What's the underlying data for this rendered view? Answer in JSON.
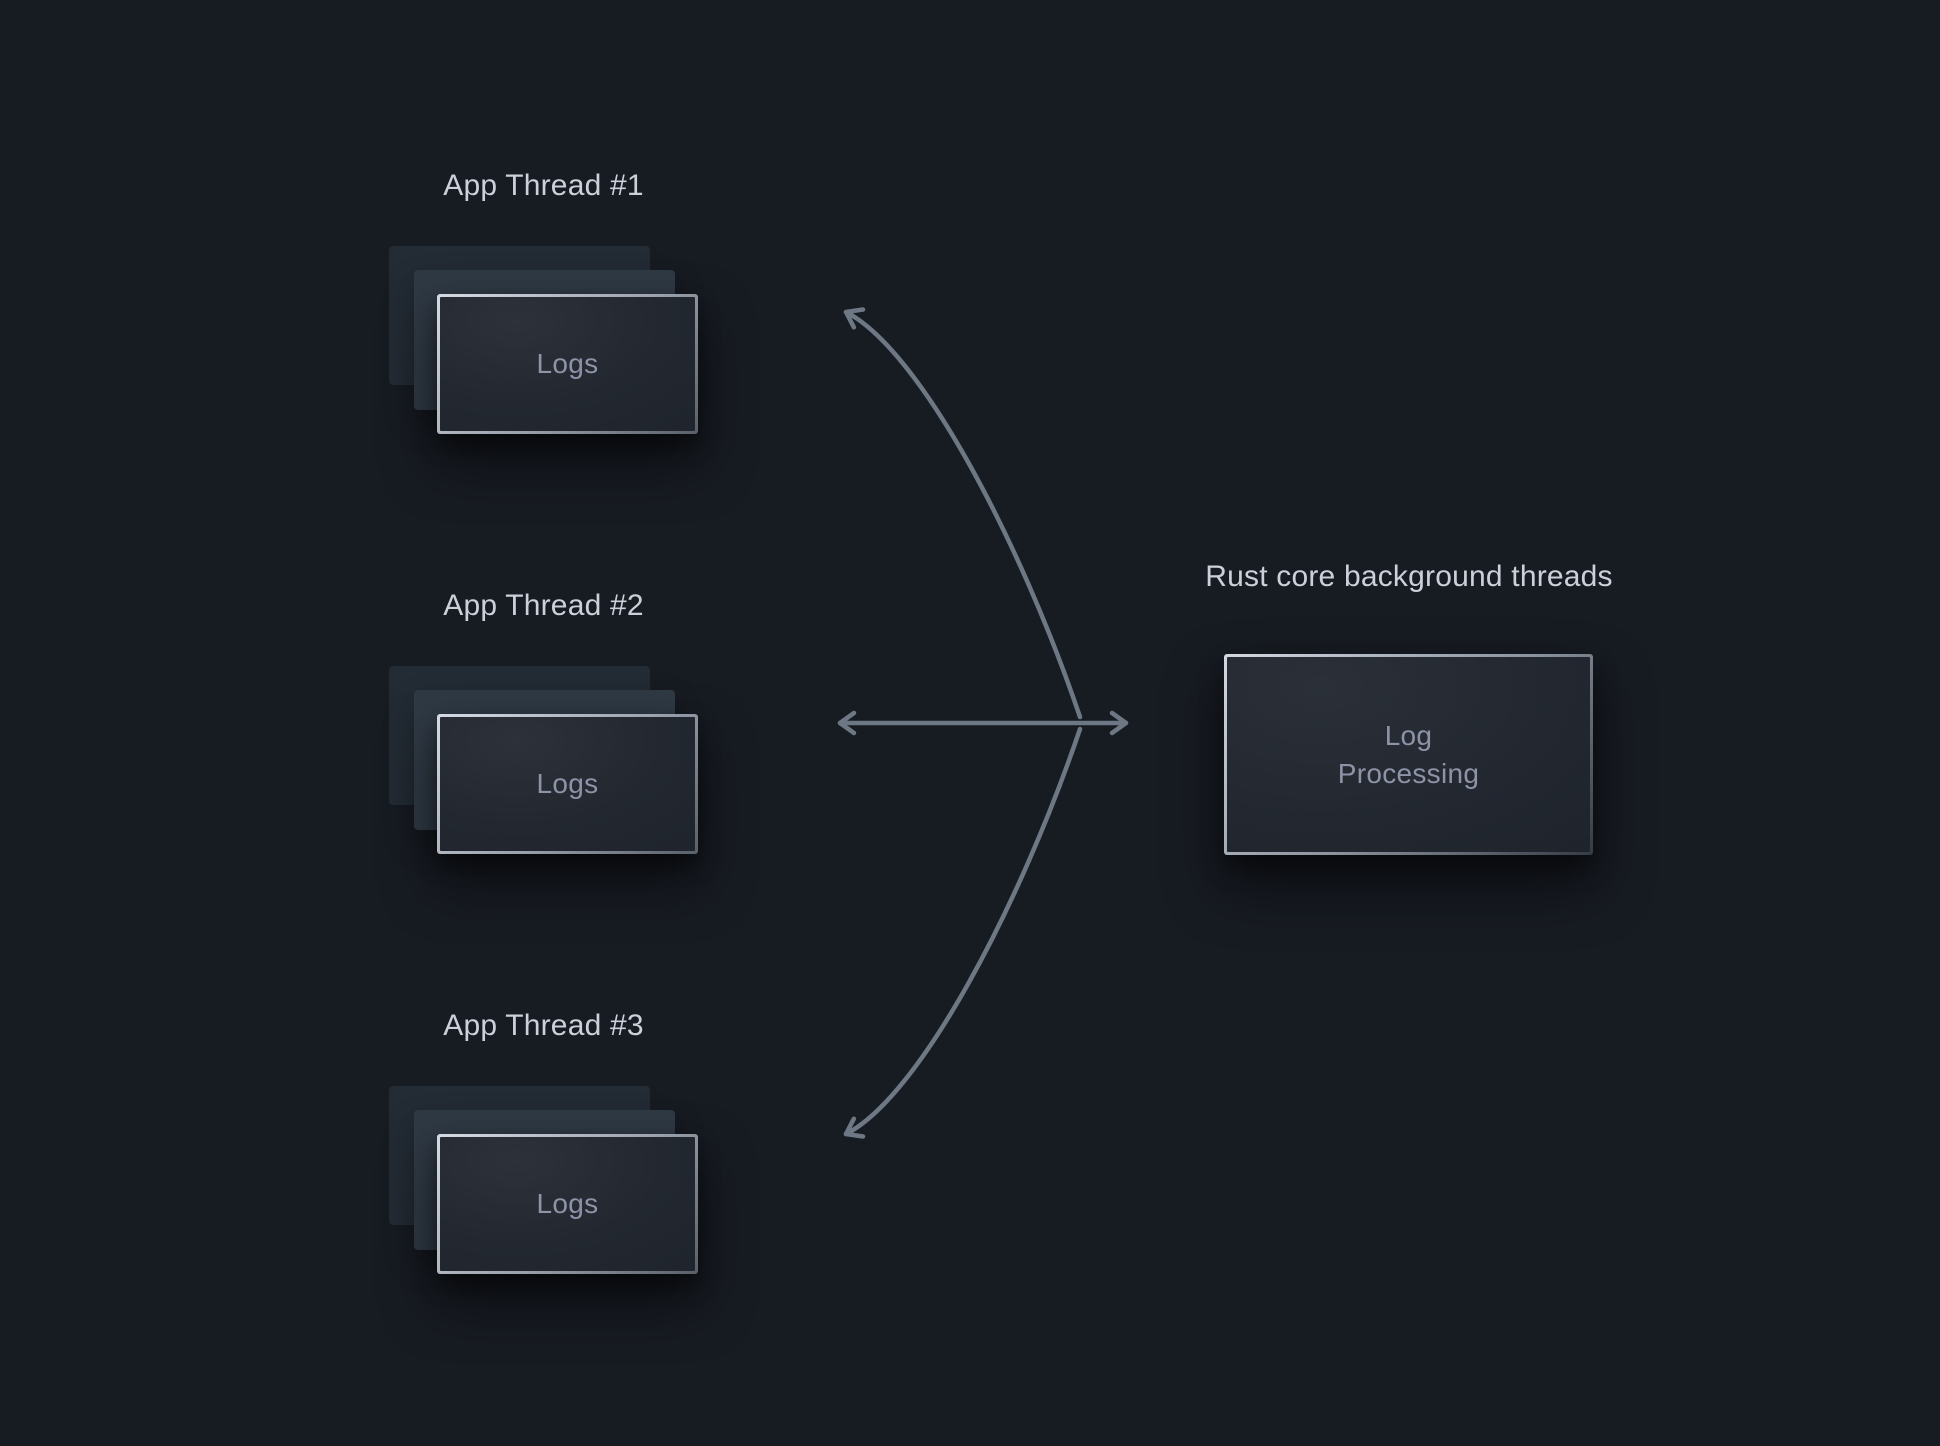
{
  "colors": {
    "background": "#171b22",
    "arrow": "#6e7884",
    "heading_text": "#cbd1da",
    "card_text": "#8e93a7"
  },
  "threads": [
    {
      "title": "App Thread #1",
      "card_label": "Logs"
    },
    {
      "title": "App Thread #2",
      "card_label": "Logs"
    },
    {
      "title": "App Thread #3",
      "card_label": "Logs"
    }
  ],
  "processor": {
    "heading": "Rust core background threads",
    "card_lines": [
      "Log",
      "Processing"
    ]
  }
}
